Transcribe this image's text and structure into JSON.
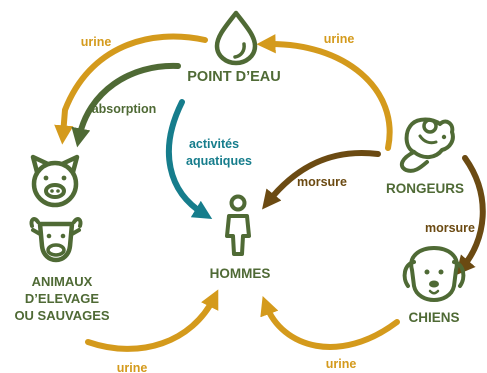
{
  "nodes": {
    "water_point": "POINT D’EAU",
    "humans": "HOMMES",
    "rodents": "RONGEURS",
    "dogs": "CHIENS",
    "animals": [
      "ANIMAUX",
      "D’ELEVAGE",
      "OU SAUVAGES"
    ]
  },
  "edges": {
    "urine_animals_to_water": "urine",
    "absorption": "absorption",
    "urine_rodents_to_water": "urine",
    "aquatic_activities": [
      "activités",
      "aquatiques"
    ],
    "bite_rodents_to_humans": "morsure",
    "bite_rodents_to_dogs": "morsure",
    "urine_dogs_to_humans": "urine",
    "urine_animals_to_humans": "urine"
  },
  "colors": {
    "green": "#4f6a35",
    "gold": "#d49a1c",
    "teal": "#167d8c",
    "brown": "#6b4a12"
  },
  "icons": [
    "water-drop-icon",
    "person-icon",
    "rat-icon",
    "dog-icon",
    "pig-icon",
    "cow-icon"
  ]
}
